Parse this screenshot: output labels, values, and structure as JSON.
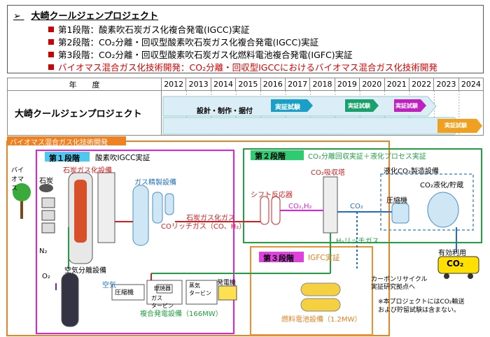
{
  "header": {
    "title": "大崎クールジェンプロジェクト",
    "title_arrow": "➢",
    "stages": [
      "第1段階：酸素吹石炭ガス化複合発電(IGCC)実証",
      "第2段階：CO₂分離・回収型酸素吹石炭ガス化複合発電(IGCC)実証",
      "第3段階：CO₂分離・回収型酸素吹石炭ガス化燃料電池複合発電(IGFC)実証",
      "バイオマス混合ガス化技術開発：CO₂分離・回収型IGCCにおけるバイオマス混合ガス化技術開発"
    ]
  },
  "timeline": {
    "year_header": "年　　度",
    "years": [
      "2012",
      "2013",
      "2014",
      "2015",
      "2016",
      "2017",
      "2018",
      "2019",
      "2020",
      "2021",
      "2022",
      "2023",
      "2024"
    ],
    "project_label": "大崎クールジェンプロジェクト",
    "design_label": "設計・制作・据付",
    "test_label_1": "実証試験",
    "test_label_2": "実証試験",
    "test_label_3": "実証試験",
    "test_label_4": "実証試験"
  },
  "diagram": {
    "biomass_banner": "バイオマス混合ガス化技術開発",
    "stage1_tag": "第１段階",
    "stage1_title": "酸素吹IGCC実証",
    "stage2_tag": "第２段階",
    "stage2_title": "CO₂分離回収実証＋液化プロセス実証",
    "stage3_tag": "第３段階",
    "stage3_title": "IGFC実証",
    "biomass": "バイオマス",
    "coal": "石炭",
    "gasifier": "石炭ガス化設備",
    "gas_refine": "ガス精製設備",
    "coal_gas": "石炭ガス化ガス",
    "co_rich": "COリッチガス（CO、H₂）",
    "shift": "シフト反応器",
    "co2_h2": "CO₂,H₂",
    "co2_absorber": "CO₂吸収塔",
    "co2": "CO₂",
    "h2_rich": "H₂リッチガス",
    "liquefaction": "液化CO₂製造設備",
    "compressor_top": "圧縮機",
    "co2_liq": "CO₂液化/貯蔵",
    "effective_use": "有効利用",
    "truck_co2": "CO₂",
    "n2": "N₂",
    "o2": "O₂",
    "air_sep": "空気分離設備",
    "air": "空気",
    "combustor": "燃焼器",
    "compressor": "圧縮機",
    "gas_turbine": "ガス\nタービン",
    "steam_turbine": "蒸気\nタービン",
    "generator": "発電機",
    "combined_cycle": "複合発電設備（166MW）",
    "fuel_cell": "燃料電池設備（1.2MW）",
    "carbon_recycle_1": "カーボンリサイクル",
    "carbon_recycle_2": "実証研究拠点へ",
    "note_1": "※本プロジェクトにはCO₂輸送",
    "note_2": "および貯留試験は含まない。"
  }
}
